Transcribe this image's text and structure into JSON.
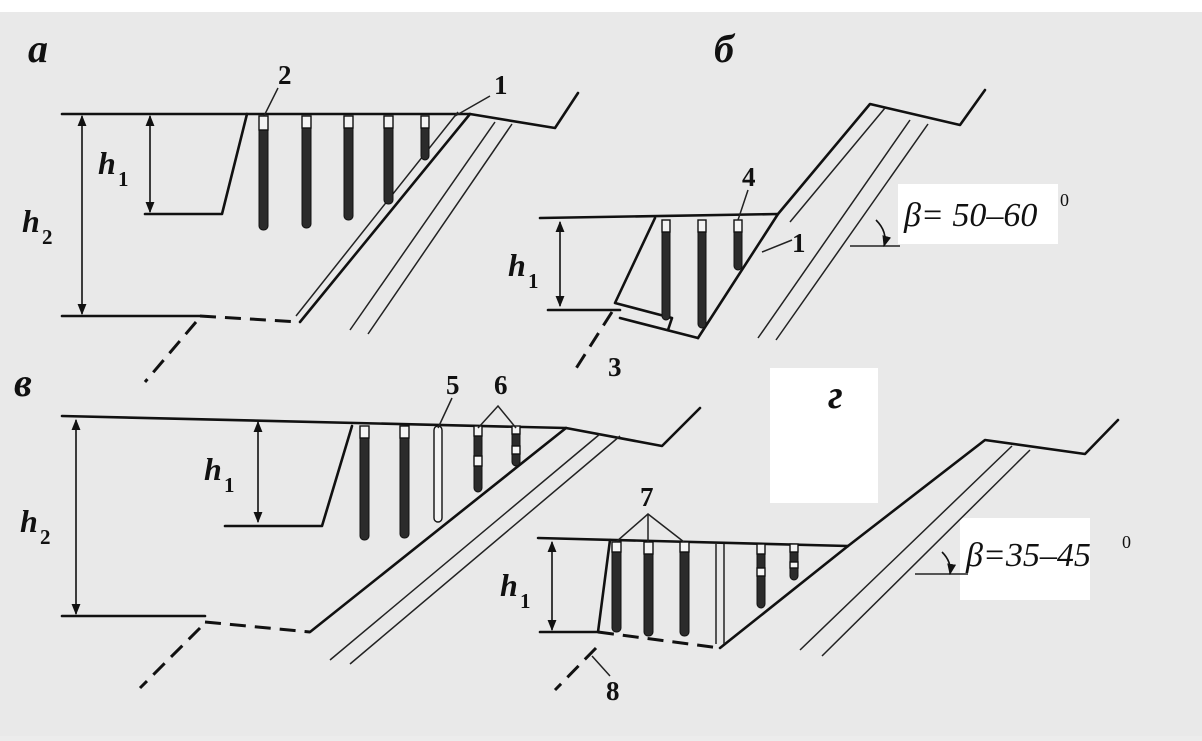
{
  "panels": {
    "a": "а",
    "b": "б",
    "v": "в",
    "g": "г"
  },
  "callouts": {
    "n1_a": "1",
    "n2": "2",
    "n4": "4",
    "n1_b": "1",
    "n3": "3",
    "n5": "5",
    "n6": "6",
    "n7": "7",
    "n8": "8"
  },
  "heights": {
    "h_symbol": "h",
    "h1_sub": "1",
    "h2_sub": "2"
  },
  "angles": {
    "beta_b_text": "β= 50–60",
    "beta_b_deg": "0",
    "beta_g_text": "β=35–45",
    "beta_g_deg": "0"
  },
  "colors": {
    "ink": "#111111",
    "paper": "#e9e9e9",
    "charge": "#2b2b2b"
  }
}
